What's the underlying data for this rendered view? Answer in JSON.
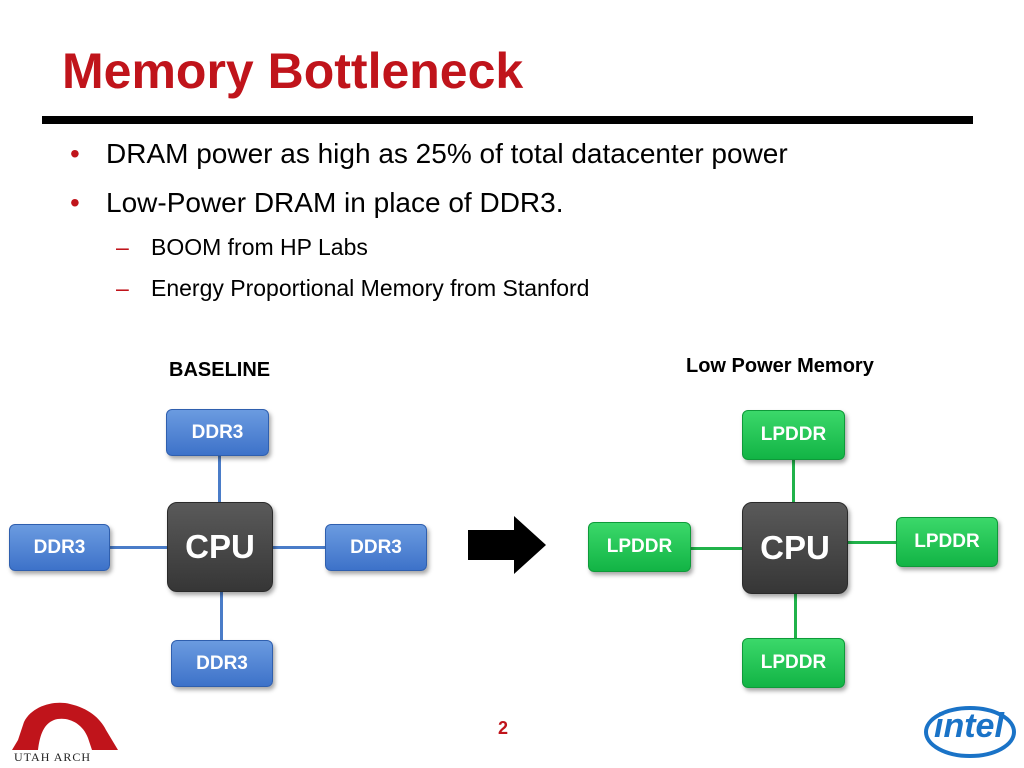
{
  "slide": {
    "title": "Memory Bottleneck",
    "page_number": "2"
  },
  "bullets": [
    {
      "text": "DRAM power as high as 25% of total datacenter power"
    },
    {
      "text": "Low-Power DRAM in place of DDR3."
    }
  ],
  "sub_bullets": [
    {
      "text": "BOOM from HP Labs"
    },
    {
      "text": "Energy Proportional Memory from Stanford"
    }
  ],
  "bullet_glyph": "•",
  "dash_glyph": "–",
  "diagram": {
    "baseline": {
      "label": "BASELINE",
      "center": "CPU",
      "top": "DDR3",
      "left": "DDR3",
      "right": "DDR3",
      "bottom": "DDR3"
    },
    "low_power": {
      "label": "Low Power Memory",
      "center": "CPU",
      "top": "LPDDR",
      "left": "LPDDR",
      "right": "LPDDR",
      "bottom": "LPDDR"
    },
    "arrow_icon": "right-arrow-icon"
  },
  "logos": {
    "left": {
      "icon": "utah-arch-logo",
      "text": "UTAH ARCH",
      "color": "#c0141b"
    },
    "right": {
      "icon": "intel-logo",
      "text": "intel",
      "color": "#1a73c7"
    }
  },
  "colors": {
    "title": "#c0141b",
    "ddr3": "#4a7cc8",
    "lpddr": "#20b24a",
    "cpu": "#444444"
  }
}
